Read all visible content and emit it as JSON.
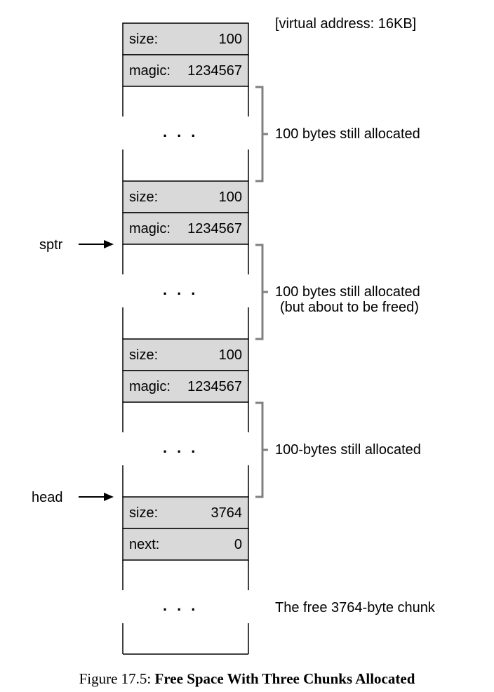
{
  "top_note": "[virtual address: 16KB]",
  "chunks": [
    {
      "header": [
        {
          "key": "size:",
          "value": "100"
        },
        {
          "key": "magic:",
          "value": "1234567"
        }
      ],
      "annotation": [
        "100 bytes still allocated"
      ]
    },
    {
      "header": [
        {
          "key": "size:",
          "value": "100"
        },
        {
          "key": "magic:",
          "value": "1234567"
        }
      ],
      "annotation": [
        "100 bytes still allocated",
        "(but about to be freed)"
      ]
    },
    {
      "header": [
        {
          "key": "size:",
          "value": "100"
        },
        {
          "key": "magic:",
          "value": "1234567"
        }
      ],
      "annotation": [
        "100-bytes still allocated"
      ]
    },
    {
      "header": [
        {
          "key": "size:",
          "value": "3764"
        },
        {
          "key": "next:",
          "value": "0"
        }
      ],
      "annotation": [
        "The free 3764-byte chunk"
      ]
    }
  ],
  "ellipsis": "...",
  "pointers": {
    "sptr": "sptr",
    "head": "head"
  },
  "caption": {
    "prefix": "Figure 17.5:",
    "title": "Free Space With Three Chunks Allocated"
  },
  "colors": {
    "cell_fill": "#d9d9d9",
    "bracket": "#808080",
    "line": "#000000"
  }
}
